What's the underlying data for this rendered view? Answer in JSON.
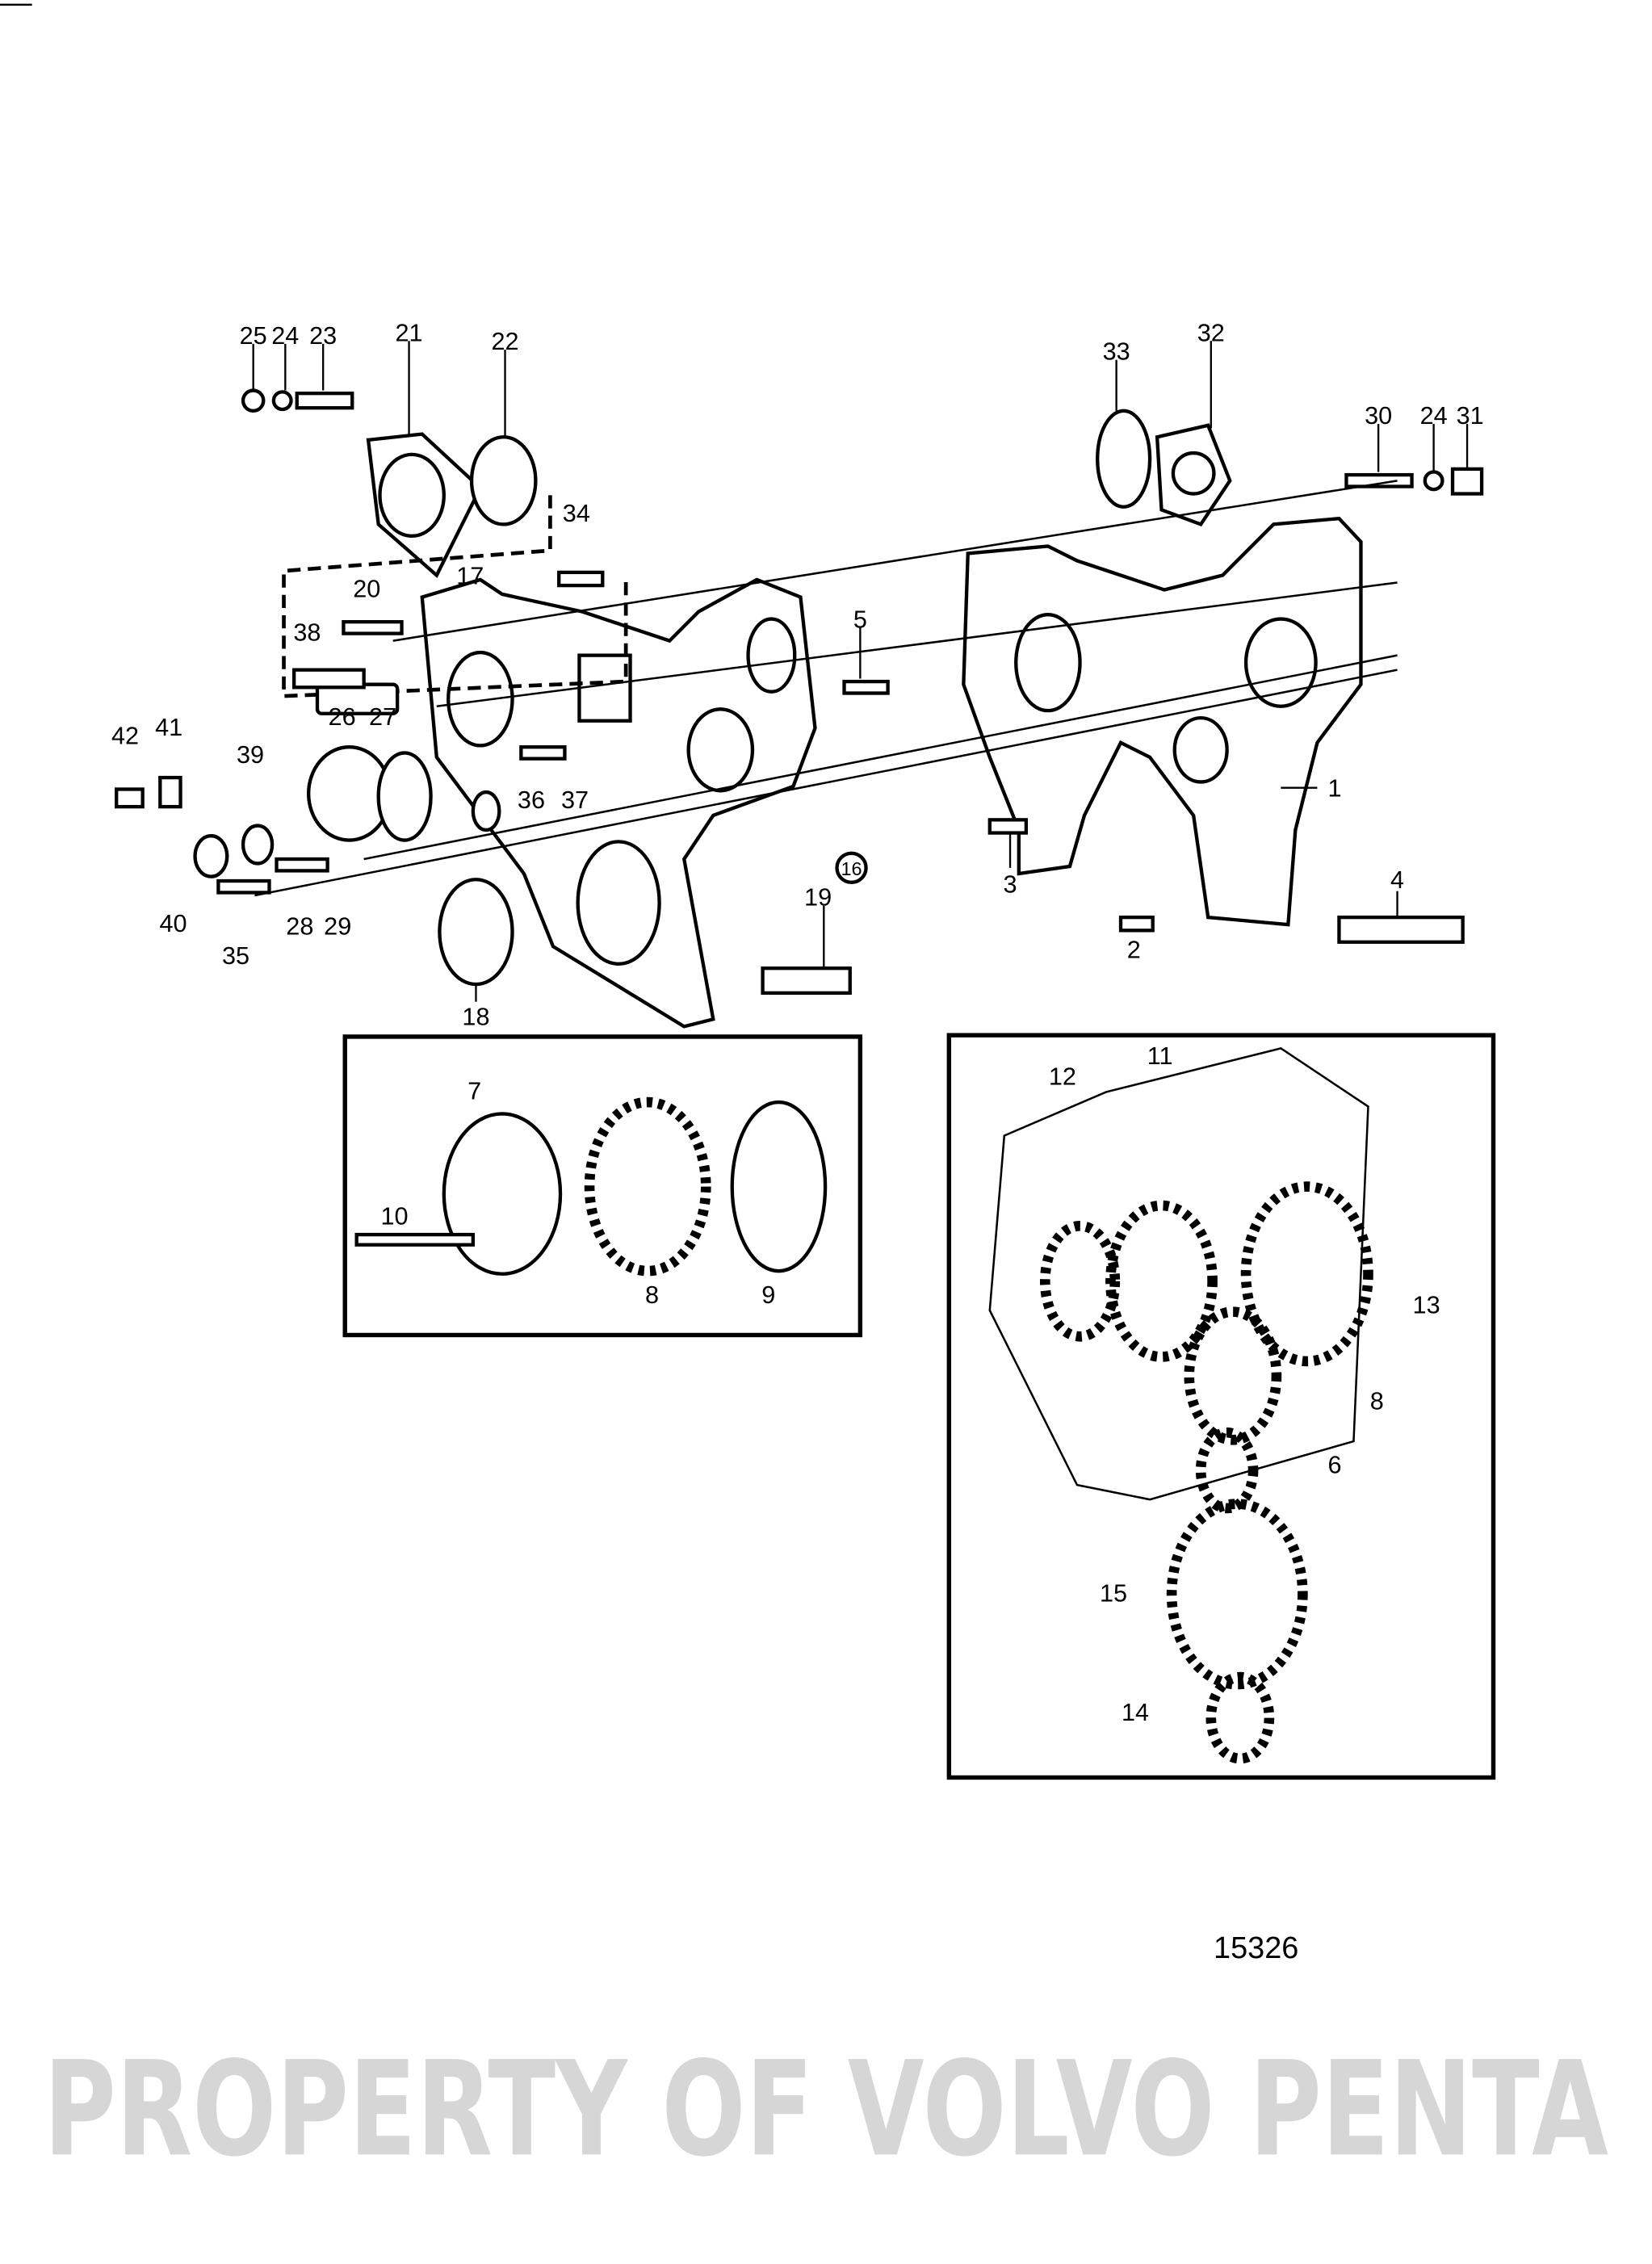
{
  "diagram": {
    "drawing_number": "15326",
    "watermark": "PROPERTY OF VOLVO PENTA",
    "labels": [
      "25",
      "24",
      "23",
      "21",
      "22",
      "34",
      "17",
      "20",
      "38",
      "5",
      "26",
      "27",
      "39",
      "42",
      "41",
      "40",
      "28",
      "29",
      "35",
      "36",
      "37",
      "18",
      "16",
      "19",
      "3",
      "2",
      "1",
      "4",
      "33",
      "32",
      "30",
      "24",
      "31"
    ],
    "detail_left_labels": [
      "7",
      "10",
      "8",
      "9"
    ],
    "detail_right_labels": [
      "12",
      "11",
      "13",
      "8",
      "6",
      "15",
      "14"
    ]
  }
}
